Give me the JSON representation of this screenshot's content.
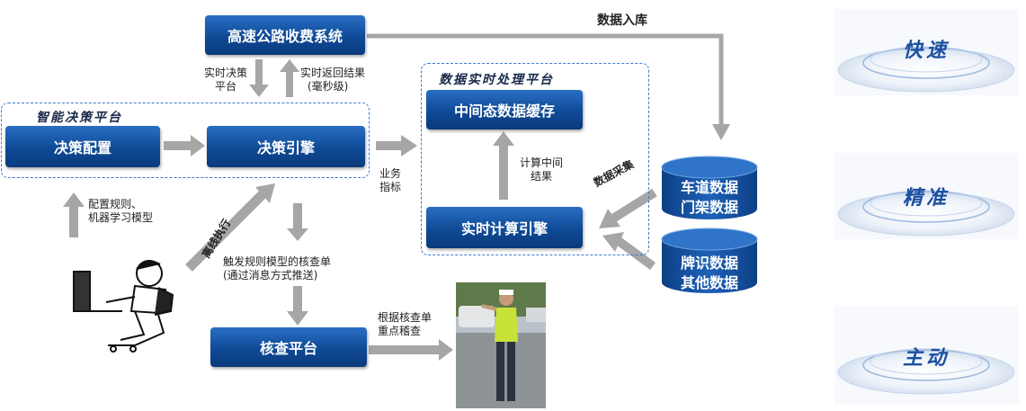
{
  "nodes": {
    "toll_system": "高速公路收费系统",
    "decision_config": "决策配置",
    "decision_engine": "决策引擎",
    "intermediate_cache": "中间态数据缓存",
    "realtime_engine": "实时计算引擎",
    "check_platform": "核查平台"
  },
  "platforms": {
    "smart_decision": "智能决策平台",
    "realtime_processing": "数据实时处理平台"
  },
  "databases": {
    "lane": [
      "车道数据",
      "门架数据"
    ],
    "plate": [
      "牌识数据",
      "其他数据"
    ]
  },
  "labels": {
    "realtime_decision": [
      "实时决策",
      "平台"
    ],
    "realtime_return": [
      "实时返回结果",
      "(毫秒级)"
    ],
    "data_storage": "数据入库",
    "business_metrics": [
      "业务",
      "指标"
    ],
    "intermediate_result": [
      "计算中间",
      "结果"
    ],
    "data_collection": "数据采集",
    "config_rules": [
      "配置规则、",
      "机器学习模型"
    ],
    "offline_exec": "离线执行",
    "trigger_check": [
      "触发规则模型的核查单",
      "(通过消息方式推送)"
    ],
    "key_inspection": [
      "根据核查单",
      "重点稽查"
    ]
  },
  "badges": [
    "快速",
    "精准",
    "主动"
  ],
  "colors": {
    "box_blue": "#0f4a96",
    "arrow_gray": "#a6a6a6",
    "dash_blue": "#3b7bd0",
    "badge_text": "#1b4fa0"
  }
}
